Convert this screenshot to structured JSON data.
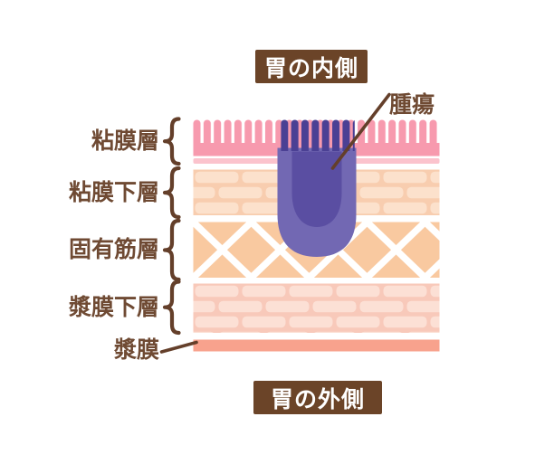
{
  "illustration": {
    "title_top": "胃の内側",
    "title_bottom": "胃の外側",
    "tumor_label": "腫瘍",
    "layer_labels": {
      "mucosa": "粘膜層",
      "submucosa": "粘膜下層",
      "muscularis": "固有筋層",
      "subserosa": "漿膜下層",
      "serosa": "漿膜"
    }
  },
  "colors": {
    "background": "#FFFFFF",
    "banner_bg": "#6B4428",
    "banner_text": "#FFFFFF",
    "label_text": "#6F4A33",
    "stroke_brown": "#643F2A",
    "villi_pink": "#F79AAE",
    "mucosa_strip": "#FBC3CD",
    "submucosa_mortar": "#F8CDAF",
    "submucosa_brick": "#FCE1CC",
    "muscularis_bg": "#F9C9A0",
    "lattice_white": "#FFFFFF",
    "subserosa_mortar": "#F8C9BA",
    "subserosa_brick": "#FCE0D5",
    "serosa_fill": "#F8A28D",
    "tumor_outer": "#7268B3",
    "tumor_inner": "#5A4EA2",
    "tumor_villi": "#4B4094"
  }
}
